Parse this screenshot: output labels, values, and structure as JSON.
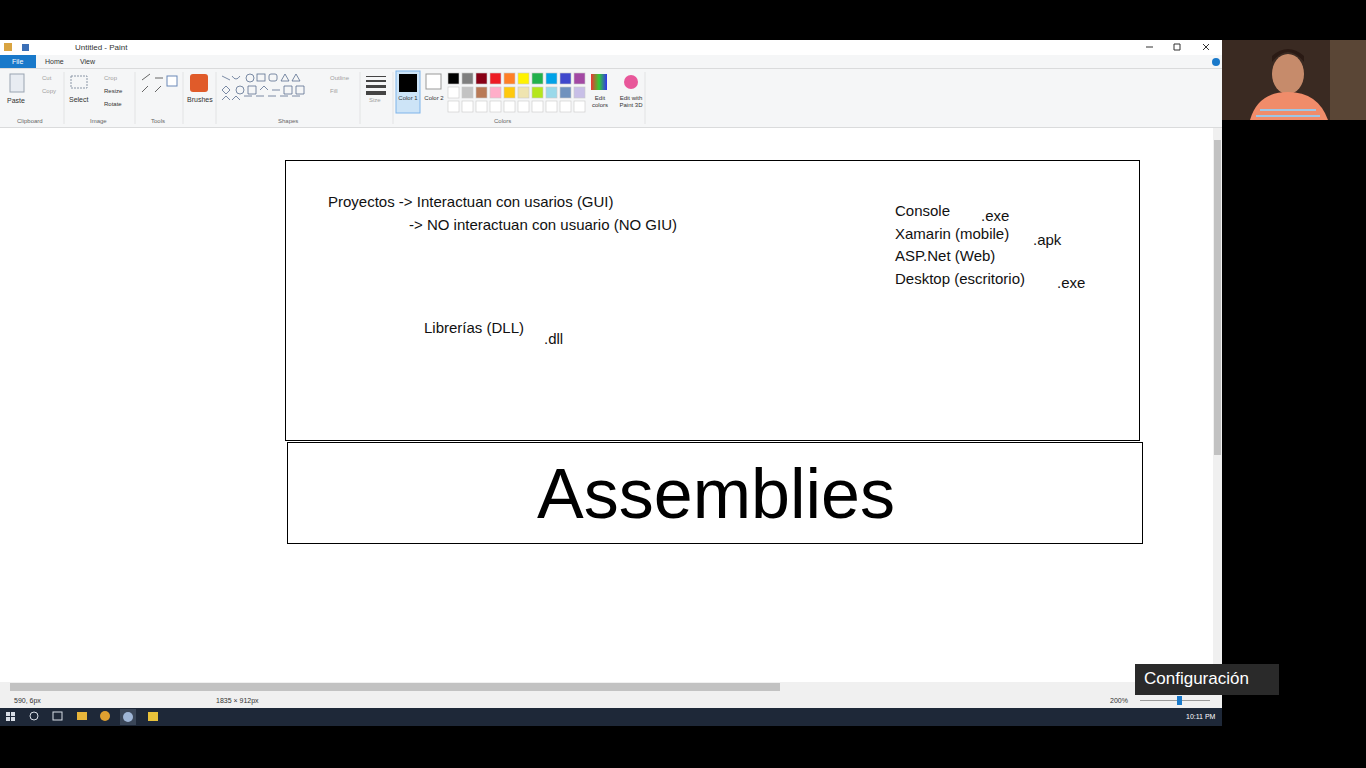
{
  "diagram": {
    "nodes": [
      {
        "text": [
          "Proyectos -> Interactuan con usarios (GUI)",
          "-> NO interactuan con usuario (NO GIU)",
          "Console",
          ".exe",
          "Xamarin (mobile)",
          ".apk",
          "ASP.Net (Web)",
          "Desktop (escritorio)",
          ".exe",
          "Librerías (DLL)",
          ".dll"
        ]
      },
      {
        "text": [
          "Assemblies"
        ]
      }
    ],
    "labels": [
      "Untitled - Paint",
      "File",
      "Home",
      "View",
      "Paste",
      "Cut",
      "Copy",
      "Select",
      "Crop",
      "Resize",
      "Rotate",
      "Clipboard",
      "Image",
      "Tools",
      "Brushes",
      "Outline",
      "Fill",
      "Shapes",
      "Size",
      "Color 1",
      "Color 2",
      "Edit colors",
      "Edit with Paint 3D",
      "Colors",
      "590, 6px",
      "1835 × 912px",
      "200%",
      "10:11 PM",
      "Configuración"
    ]
  }
}
